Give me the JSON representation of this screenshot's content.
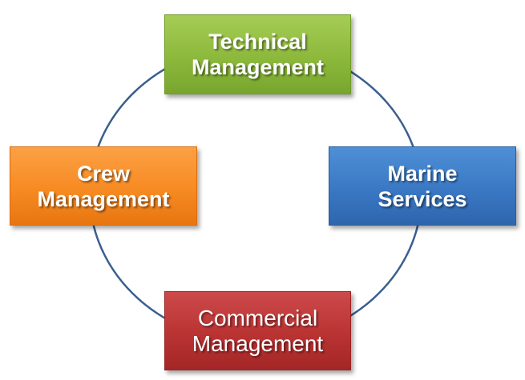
{
  "diagram": {
    "connector_color": "#3a5f8f",
    "nodes": {
      "top": {
        "line1": "Technical",
        "line2": "Management",
        "color": "#8cb83c"
      },
      "right": {
        "line1": "Marine",
        "line2": "Services",
        "color": "#3a78c4"
      },
      "left": {
        "line1": "Crew",
        "line2": "Management",
        "color": "#f78a22"
      },
      "bottom": {
        "line1": "Commercial",
        "line2": "Management",
        "color": "#ba3333"
      }
    }
  }
}
